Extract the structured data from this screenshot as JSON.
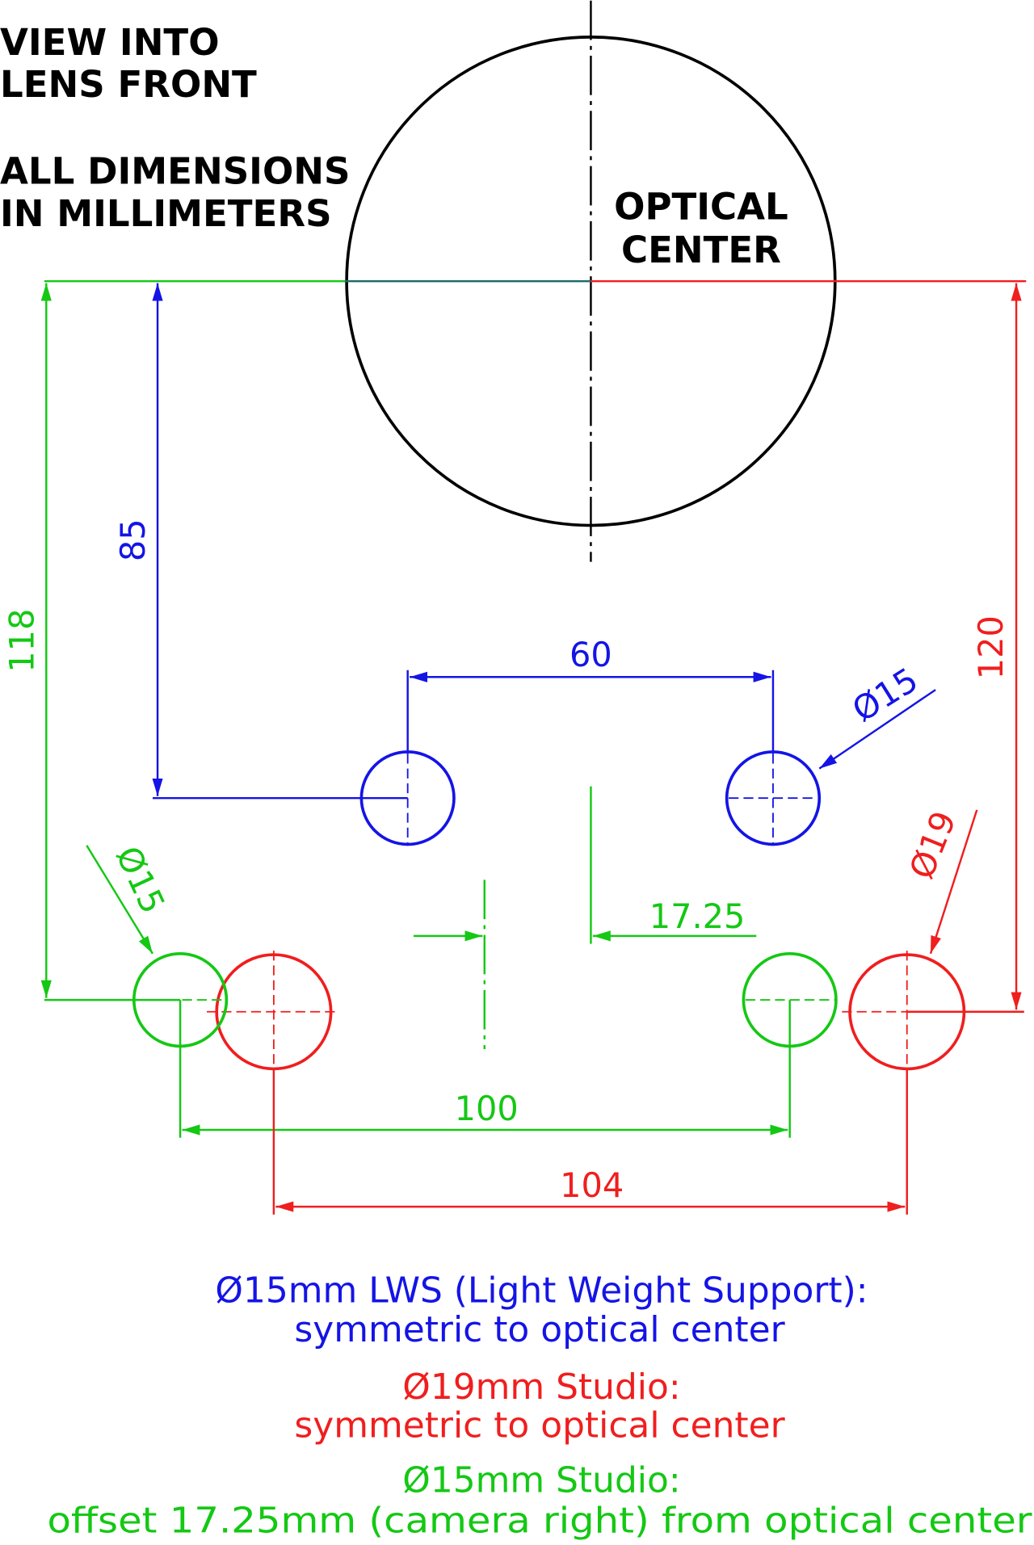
{
  "header": {
    "view_line1": "VIEW INTO",
    "view_line2": "LENS FRONT",
    "units_line1": "ALL DIMENSIONS",
    "units_line2": "IN MILLIMETERS"
  },
  "optical_center": {
    "line1": "OPTICAL",
    "line2": "CENTER"
  },
  "dimensions": {
    "green_vertical": "118",
    "blue_vertical": "85",
    "red_vertical": "120",
    "blue_spacing": "60",
    "blue_diameter": "Ø15",
    "red_diameter": "Ø19",
    "green_diameter": "Ø15",
    "green_offset": "17.25",
    "green_spacing": "100",
    "red_spacing": "104"
  },
  "notes": {
    "lws_line1": "Ø15mm LWS (Light Weight Support):",
    "lws_line2": "symmetric to optical center",
    "studio19_line1": "Ø19mm Studio:",
    "studio19_line2": "symmetric to optical center",
    "studio15_line1": "Ø15mm Studio:",
    "studio15_line2": "offset 17.25mm (camera right) from optical center"
  },
  "colors": {
    "blue": "#1414e6",
    "red": "#f01e1e",
    "green": "#14c814",
    "black": "#000000"
  }
}
